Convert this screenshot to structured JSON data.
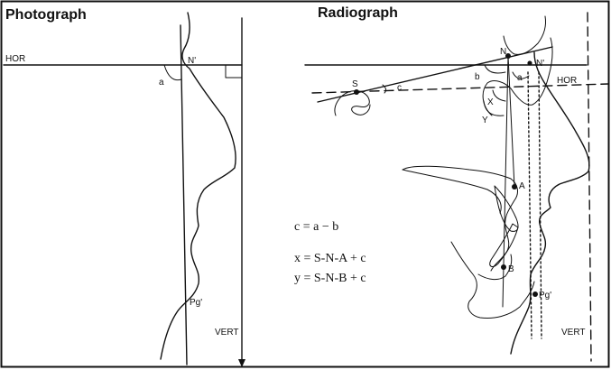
{
  "photo": {
    "title": "Photograph",
    "hor": "HOR",
    "nasion": "N'",
    "angle_a": "a",
    "pogonion": "Pg'",
    "vert": "VERT"
  },
  "radio": {
    "title": "Radiograph",
    "hor": "HOR",
    "nasion": "N",
    "soft_nasion": "N'",
    "sella": "S",
    "angle_a": "a",
    "angle_b": "b",
    "angle_c": "c",
    "angle_x": "X",
    "angle_y": "Y",
    "point_a": "A",
    "point_b": "B",
    "pogonion": "Pg'",
    "vert": "VERT"
  },
  "equations": {
    "c": "c = a − b",
    "x": "x = S-N-A + c",
    "y": "y = S-N-B + c"
  }
}
